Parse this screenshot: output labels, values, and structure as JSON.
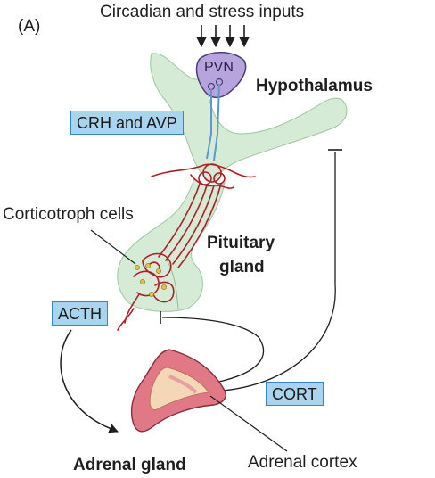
{
  "panel_label": "(A)",
  "inputs_label": "Circadian and stress inputs",
  "pvn_label": "PVN",
  "hypothalamus_label": "Hypothalamus",
  "crh_avp_label": "CRH and AVP",
  "corticotroph_label": "Corticotroph cells",
  "pituitary_label_line1": "Pituitary",
  "pituitary_label_line2": "gland",
  "acth_label": "ACTH",
  "cort_label": "CORT",
  "adrenal_gland_label": "Adrenal gland",
  "adrenal_cortex_label": "Adrenal cortex",
  "colors": {
    "hypothalamus_fill": "#d5ebd6",
    "pvn_fill": "#b8a4dc",
    "vessel_red": "#b01e28",
    "axon_blue": "#5b9ad0",
    "label_box": "#a9d4ee",
    "adrenal_outer": "#e07985",
    "adrenal_inner": "#f3d7b7"
  }
}
